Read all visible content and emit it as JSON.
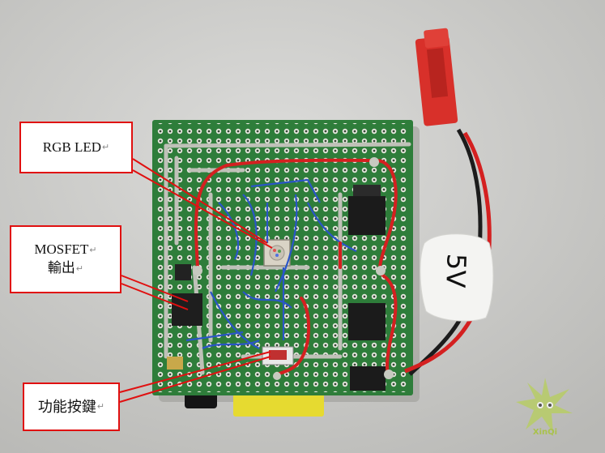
{
  "photo": {
    "subject": "perfboard circuit photo",
    "colors": {
      "background": "#c9c9c7",
      "board": "#2e7d3a",
      "callout_border": "#e01010",
      "wire_red": "#d42020",
      "wire_blue": "#2a55c8",
      "connector": "#d8302a"
    }
  },
  "callouts": {
    "rgb_led": "RGB LED",
    "mosfet_line1": "MOSFET",
    "mosfet_line2": "輸出",
    "function_button": "功能按鍵"
  },
  "return_mark": "↵",
  "tape_label": "5V",
  "watermark": {
    "text": "XinQi",
    "icon": "star-burst-logo"
  }
}
